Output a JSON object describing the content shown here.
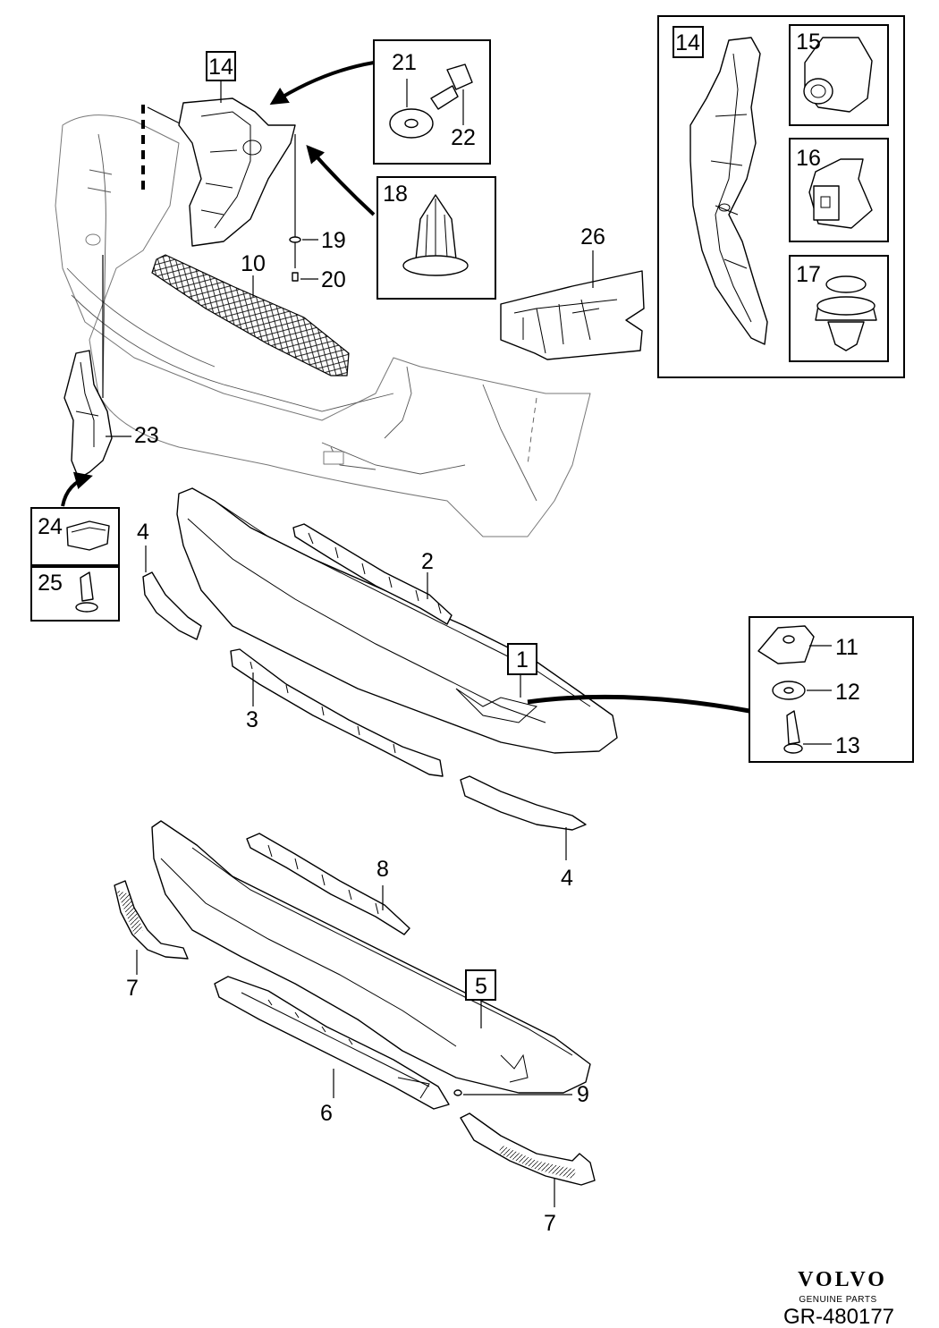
{
  "callouts": [
    "1",
    "2",
    "3",
    "4",
    "4",
    "5",
    "6",
    "7",
    "7",
    "8",
    "9",
    "10",
    "11",
    "12",
    "13",
    "14",
    "14",
    "15",
    "16",
    "17",
    "18",
    "19",
    "20",
    "21",
    "22",
    "23",
    "24",
    "25",
    "26"
  ],
  "brand": {
    "logo": "VOLVO",
    "tagline": "GENUINE PARTS",
    "ref_code": "GR-480177"
  }
}
